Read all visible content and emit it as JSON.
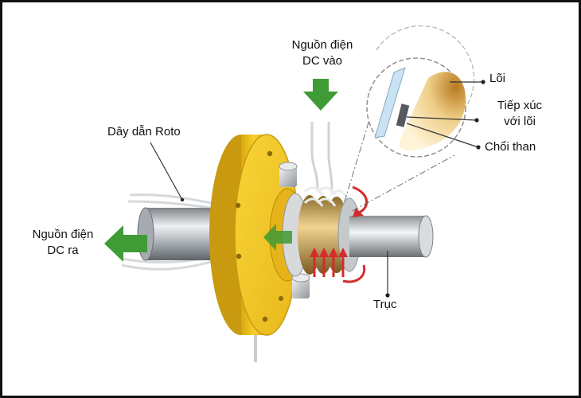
{
  "labels": {
    "power_in": [
      "Nguồn điện",
      "DC vào"
    ],
    "rotor_wire": "Dây dẫn Roto",
    "power_out": [
      "Nguồn điện",
      "DC ra"
    ],
    "core": "Lõi",
    "core_contact": [
      "Tiếp xúc",
      "với lõi"
    ],
    "carbon_brush": "Chổi than",
    "shaft": "Trục"
  },
  "colors": {
    "flange": "#f2c522",
    "flange_dark": "#c99a10",
    "arrow_green": "#3f9b35",
    "rotation_arrow": "#d42b2b",
    "ring_copper": "#c9a24a",
    "shaft_steel": "#b9bfc4"
  }
}
